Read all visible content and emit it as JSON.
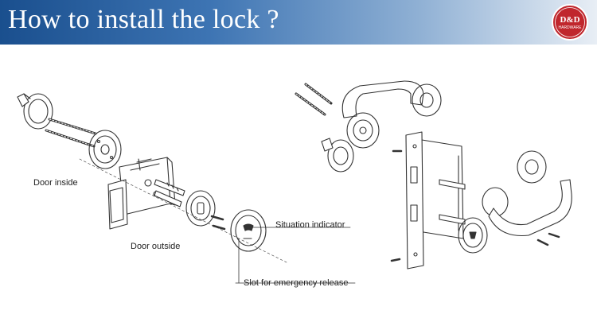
{
  "header": {
    "title": "How to install the lock ?",
    "brand_color": "#1a4f8e"
  },
  "logo": {
    "line1": "D&D",
    "line2": "HARDWARE",
    "color": "#c0272d"
  },
  "labels": {
    "door_inside": "Door inside",
    "door_outside": "Door outside",
    "situation_indicator": "Situation indicator",
    "emergency_slot": "Slot for emergency release"
  }
}
